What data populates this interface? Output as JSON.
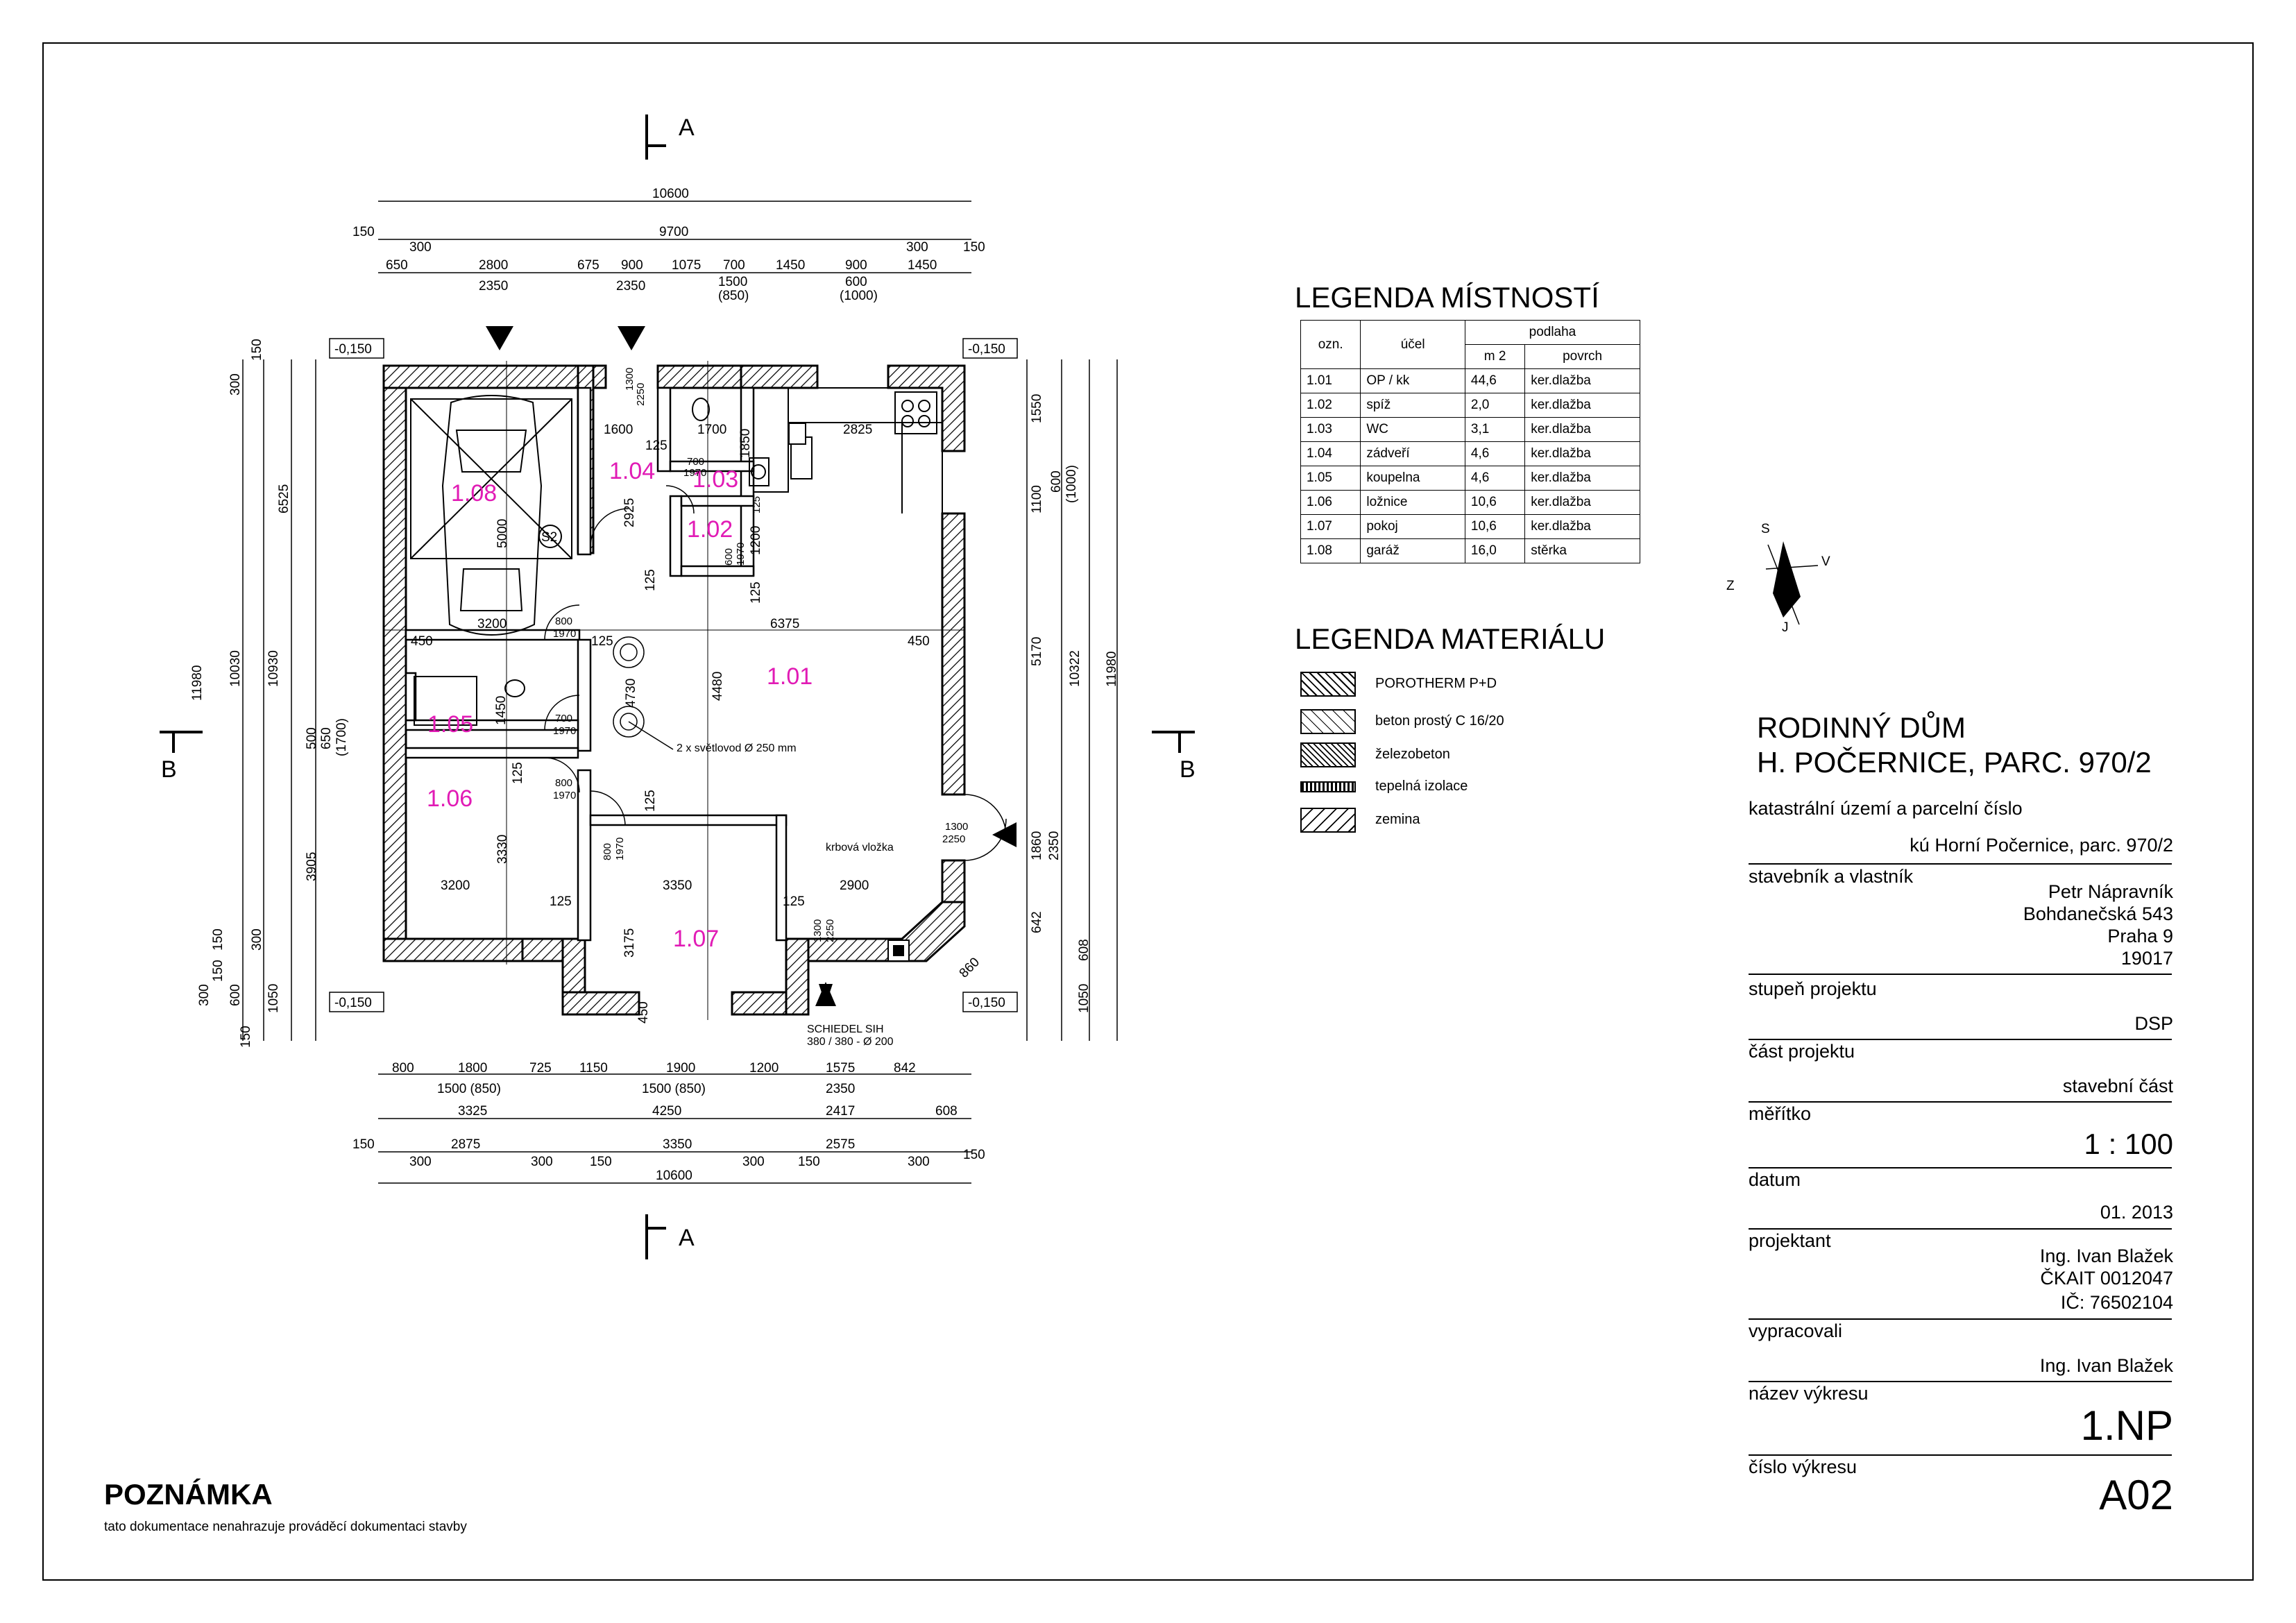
{
  "plan": {
    "section_marks": {
      "a": "A",
      "b": "B"
    },
    "level_marks": [
      "-0,150",
      "-0,150",
      "-0,150",
      "-0,150"
    ],
    "rooms": [
      {
        "id": "1.08"
      },
      {
        "id": "1.04"
      },
      {
        "id": "1.03"
      },
      {
        "id": "1.02"
      },
      {
        "id": "1.01"
      },
      {
        "id": "1.05"
      },
      {
        "id": "1.06"
      },
      {
        "id": "1.07"
      }
    ],
    "top_dims": {
      "total": "10600",
      "inner": "9700",
      "edge_a": "150",
      "edge_b": "300",
      "edge_c": "300",
      "edge_d": "150",
      "row1": [
        "650",
        "2800",
        "675",
        "900",
        "1075",
        "700",
        "1450",
        "900",
        "1450"
      ],
      "row2": [
        "2350",
        "2350",
        "1500",
        "(850)",
        "600",
        "(1000)"
      ]
    },
    "bottom_dims": {
      "row1": [
        "800",
        "1800",
        "725",
        "1150",
        "1900",
        "1200",
        "1575",
        "842"
      ],
      "row2": [
        "1500 (850)",
        "1500 (850)",
        "2350"
      ],
      "row3": [
        "3325",
        "4250",
        "2417",
        "608"
      ],
      "row4": [
        "150",
        "2875",
        "3350",
        "2575",
        "150"
      ],
      "row5": [
        "300",
        "300",
        "150",
        "300",
        "150",
        "300"
      ],
      "total": "10600"
    },
    "left_dims": [
      "300",
      "150",
      "6525",
      "11980",
      "10030",
      "10930",
      "500",
      "650",
      "(1700)",
      "3905",
      "150",
      "300",
      "150",
      "300",
      "600",
      "1050",
      "150"
    ],
    "right_dims": [
      "1550",
      "1100",
      "600",
      "(1000)",
      "5170",
      "10322",
      "11980",
      "1860",
      "2350",
      "642",
      "608",
      "1050"
    ],
    "inner_dims": [
      "1600",
      "125",
      "1700",
      "2825",
      "700",
      "1970",
      "1850",
      "2925",
      "5000",
      "1200",
      "125",
      "600",
      "1970",
      "125",
      "125",
      "3200",
      "450",
      "800",
      "1970",
      "125",
      "6375",
      "450",
      "4730",
      "4480",
      "1450",
      "700",
      "1970",
      "125",
      "800",
      "1970",
      "125",
      "3330",
      "800",
      "1970",
      "3200",
      "125",
      "3350",
      "125",
      "2900",
      "3175",
      "1300",
      "2250",
      "1300",
      "2250",
      "450",
      "860",
      "1300",
      "2250"
    ],
    "labels": {
      "s2": "S2",
      "skylight": "2 x světlovod Ø 250 mm",
      "fireplace": "krbová vložka",
      "chimney_1": "SCHIEDEL SIH",
      "chimney_2": "380 / 380 - Ø 200"
    },
    "compass": {
      "n": "S",
      "e": "V",
      "s": "J",
      "w": "Z"
    }
  },
  "legend_rooms": {
    "title": "LEGENDA MÍSTNOSTÍ",
    "headers": {
      "code": "ozn.",
      "purpose": "účel",
      "floor": "podlaha",
      "area": "m 2",
      "surface": "povrch"
    },
    "rows": [
      {
        "code": "1.01",
        "purpose": "OP / kk",
        "area": "44,6",
        "surface": "ker.dlažba"
      },
      {
        "code": "1.02",
        "purpose": "spíž",
        "area": "2,0",
        "surface": "ker.dlažba"
      },
      {
        "code": "1.03",
        "purpose": "WC",
        "area": "3,1",
        "surface": "ker.dlažba"
      },
      {
        "code": "1.04",
        "purpose": "zádveří",
        "area": "4,6",
        "surface": "ker.dlažba"
      },
      {
        "code": "1.05",
        "purpose": "koupelna",
        "area": "4,6",
        "surface": "ker.dlažba"
      },
      {
        "code": "1.06",
        "purpose": "ložnice",
        "area": "10,6",
        "surface": "ker.dlažba"
      },
      {
        "code": "1.07",
        "purpose": "pokoj",
        "area": "10,6",
        "surface": "ker.dlažba"
      },
      {
        "code": "1.08",
        "purpose": "garáž",
        "area": "16,0",
        "surface": "stěrka"
      }
    ]
  },
  "legend_materials": {
    "title": "LEGENDA MATERIÁLU",
    "items": [
      {
        "label": "POROTHERM P+D"
      },
      {
        "label": "beton prostý C 16/20"
      },
      {
        "label": "železobeton"
      },
      {
        "label": "tepelná izolace"
      },
      {
        "label": "zemina"
      }
    ]
  },
  "title_block": {
    "title_1": "RODINNÝ DŮM",
    "title_2": "H. POČERNICE, PARC. 970/2",
    "cadastre_label": "katastrální území a parcelní číslo",
    "cadastre_value": "kú Horní Počernice, parc. 970/2",
    "owner_label": "stavebník a vlastník",
    "owner_lines": [
      "Petr Nápravník",
      "Bohdanečská 543",
      "Praha 9",
      "19017"
    ],
    "stage_label": "stupeň projektu",
    "stage_value": "DSP",
    "part_label": "část projektu",
    "part_value": "stavební část",
    "scale_label": "měřítko",
    "scale_value": "1 : 100",
    "date_label": "datum",
    "date_value": "01. 2013",
    "designer_label": "projektant",
    "designer_lines": [
      "Ing. Ivan Blažek",
      "ČKAIT 0012047",
      "IČ: 76502104"
    ],
    "drawn_label": "vypracovali",
    "drawn_value": "Ing. Ivan Blažek",
    "name_label": "název výkresu",
    "name_value": "1.NP",
    "number_label": "číslo výkresu",
    "number_value": "A02"
  },
  "note": {
    "title": "POZNÁMKA",
    "text": "tato dokumentace nenahrazuje prováděcí dokumentaci stavby"
  }
}
